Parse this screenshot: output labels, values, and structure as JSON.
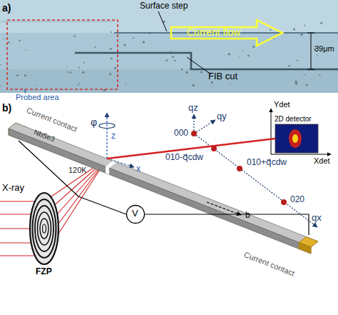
{
  "diagram": {
    "nodes": [
      {
        "text": [
          "Current flow"
        ]
      },
      {
        "text": [
          "Current contact"
        ]
      },
      {
        "text": [
          "NbSe3",
          "120K"
        ]
      },
      {
        "text": [
          "Current contact"
        ]
      },
      {
        "text": [
          "V"
        ]
      },
      {
        "text": [
          "2D detector"
        ]
      }
    ],
    "edges": [
      {
        "from": 1,
        "to": 4,
        "arrow": "none"
      },
      {
        "from": 4,
        "to": 3,
        "arrow": "none"
      },
      {
        "from": 2,
        "to": 5,
        "arrow": "none"
      }
    ],
    "labels": [
      "a)",
      "Surface step",
      "39μm",
      "FIB cut",
      "Probed area",
      "b)",
      "qz",
      "qy",
      "φ",
      "z",
      "x",
      "000",
      "010-q⃗cdw",
      "010+q⃗cdw",
      "020",
      "qx",
      "Ydet",
      "Xdet",
      "X-ray",
      "FZP",
      "b"
    ]
  }
}
